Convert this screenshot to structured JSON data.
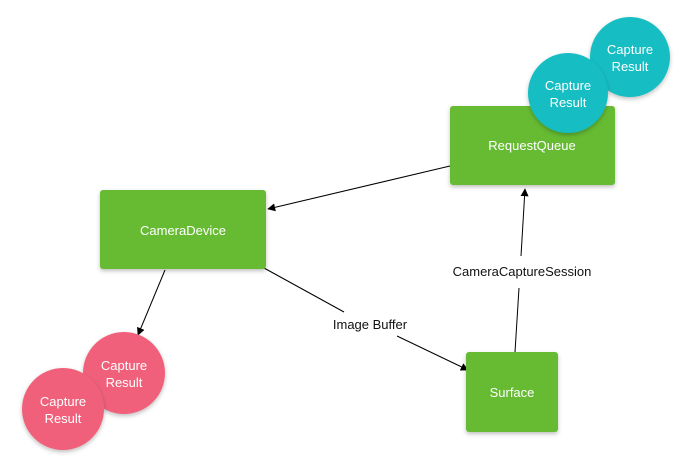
{
  "colors": {
    "box": "#66bb33",
    "cyan_circle": "#12bdc2",
    "pink_circle": "#f0607a",
    "edge": "#000000"
  },
  "nodes": {
    "request_queue": "RequestQueue",
    "camera_device": "CameraDevice",
    "surface": "Surface"
  },
  "results_top": {
    "back": {
      "line1": "Capture",
      "line2": "Result"
    },
    "front": {
      "line1": "Capture",
      "line2": "Result"
    }
  },
  "results_bottom": {
    "back": {
      "line1": "Capture",
      "line2": "Result"
    },
    "front": {
      "line1": "Capture",
      "line2": "Result"
    }
  },
  "edges": {
    "image_buffer": "Image Buffer",
    "capture_session": "CameraCaptureSession"
  }
}
